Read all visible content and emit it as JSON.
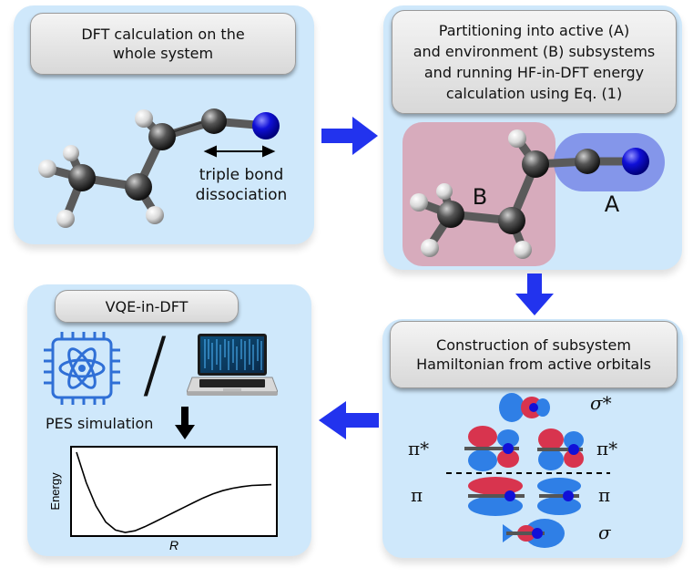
{
  "panel1": {
    "title_line1": "DFT calculation on the",
    "title_line2": "whole system",
    "annotation_line1": "triple bond",
    "annotation_line2": "dissociation"
  },
  "panel2": {
    "title_line1": "Partitioning into active (A)",
    "title_line2": "and environment (B) subsystems",
    "title_line3": "and running HF-in-DFT energy",
    "title_line4": "calculation using Eq. (1)",
    "label_b": "B",
    "label_a": "A"
  },
  "panel3": {
    "title_line1": "Construction of subsystem",
    "title_line2": "Hamiltonian from active orbitals",
    "orbitals": {
      "sigma_star": "σ*",
      "pi_star_left": "π*",
      "pi_star_right": "π*",
      "pi_left": "π",
      "pi_right": "π",
      "sigma": "σ"
    }
  },
  "panel4": {
    "title": "VQE-in-DFT",
    "divider": "/",
    "pes_label": "PES simulation",
    "ylabel": "Energy",
    "xlabel": "R"
  },
  "colors": {
    "panel_bg": "#cfe8fb",
    "arrow_blue": "#2233ee",
    "region_b": "#d7a8b8",
    "region_a": "#7b8de8",
    "carbon": "#4a4a4a",
    "hydrogen": "#e6e6e6",
    "nitrogen": "#1010d8",
    "orbital_blue": "#2f7fe6",
    "orbital_red": "#d8344e"
  },
  "chart_data": {
    "type": "line",
    "title": "",
    "xlabel": "R",
    "ylabel": "Energy",
    "series": [
      {
        "x": [
          0.0,
          0.5,
          1.0,
          1.5,
          2.0,
          2.5,
          3.0,
          3.5,
          4.0,
          4.5,
          5.0,
          5.5,
          6.0,
          6.5,
          7.0,
          7.5,
          8.0,
          8.5,
          9.0,
          9.5,
          10.0
        ],
        "y": [
          1.0,
          0.62,
          0.33,
          0.13,
          0.03,
          0.0,
          0.02,
          0.07,
          0.13,
          0.19,
          0.25,
          0.31,
          0.37,
          0.43,
          0.48,
          0.52,
          0.55,
          0.57,
          0.585,
          0.59,
          0.595
        ]
      }
    ]
  }
}
